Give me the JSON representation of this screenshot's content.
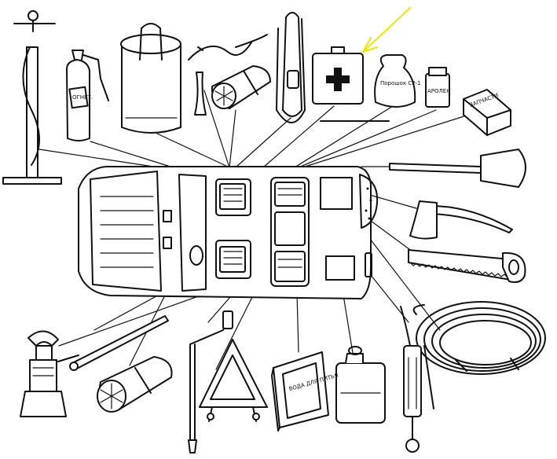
{
  "diagram": {
    "highlight_color": "#f2e600",
    "ink_color": "#111111",
    "labels": {
      "extinguisher": "ОГНЕТ.",
      "powder_bag": "Порошок СР-1",
      "jar": "АРОЛЕН",
      "block": "ЗАПЧАСТИ",
      "kit_box": "ВОДА ДЛЯ ПИТЬЯ"
    },
    "items": [
      {
        "id": "tire-pump",
        "icon": "tire-pump-icon"
      },
      {
        "id": "fire-extinguisher",
        "icon": "fire-extinguisher-icon"
      },
      {
        "id": "water-canister",
        "icon": "water-canister-icon"
      },
      {
        "id": "tow-cable",
        "icon": "tow-cable-icon"
      },
      {
        "id": "tool-roll-top",
        "icon": "tool-roll-icon"
      },
      {
        "id": "carry-strap",
        "icon": "strap-icon"
      },
      {
        "id": "first-aid-kit",
        "icon": "first-aid-kit-icon",
        "highlighted": true
      },
      {
        "id": "powder-bag",
        "icon": "bag-icon"
      },
      {
        "id": "jar",
        "icon": "jar-icon"
      },
      {
        "id": "spare-parts-box",
        "icon": "box-icon"
      },
      {
        "id": "shovel",
        "icon": "shovel-icon"
      },
      {
        "id": "axe",
        "icon": "axe-icon"
      },
      {
        "id": "saw",
        "icon": "saw-icon"
      },
      {
        "id": "coiled-hose",
        "icon": "hose-icon"
      },
      {
        "id": "grease-gun",
        "icon": "grease-gun-icon"
      },
      {
        "id": "fuel-canister",
        "icon": "jerrycan-icon"
      },
      {
        "id": "water-case",
        "icon": "case-icon"
      },
      {
        "id": "warning-triangle",
        "icon": "warning-triangle-icon"
      },
      {
        "id": "crank-handle",
        "icon": "crank-icon"
      },
      {
        "id": "tool-roll-bottom",
        "icon": "tool-roll-icon"
      },
      {
        "id": "pry-bar",
        "icon": "pry-bar-icon"
      },
      {
        "id": "car-jack",
        "icon": "car-jack-icon"
      }
    ]
  }
}
